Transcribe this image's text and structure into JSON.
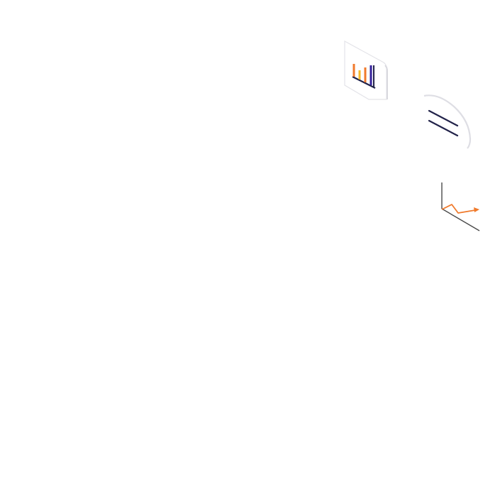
{
  "illustration": {
    "colors": {
      "card_fill": "#ffffff",
      "card_edge": "#e6e6ea",
      "navy": "#22234a",
      "orange": "#f07a2c",
      "yellow": "#f6b92a",
      "purple": "#34209b",
      "axis": "#4a4a4a"
    },
    "cards": [
      {
        "name": "bar-chart-card",
        "icon": "bar-chart-icon",
        "bar_colors": [
          "orange",
          "yellow",
          "orange",
          "purple"
        ]
      },
      {
        "name": "text-lines-card",
        "icon": "text-lines-icon",
        "line_count": 2
      },
      {
        "name": "line-chart-card",
        "icon": "line-chart-icon"
      }
    ]
  }
}
